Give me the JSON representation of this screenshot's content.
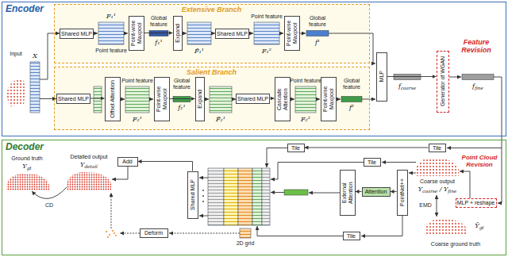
{
  "diagram": {
    "nodes": [
      {
        "text": [
          "Encoder"
        ]
      },
      {
        "text": [
          "Extensive Branch"
        ],
        "in": 0
      },
      {
        "text": [
          "Shared MLP"
        ],
        "in": 1
      },
      {
        "text": [
          "Point-wise Maxpool"
        ],
        "in": 1
      },
      {
        "text": [
          "Expand"
        ],
        "in": 1
      },
      {
        "text": [
          "Shared MLP"
        ],
        "in": 1
      },
      {
        "text": [
          "Point-wise Maxpool"
        ],
        "in": 1
      },
      {
        "text": [
          "Salient Branch"
        ],
        "in": 0
      },
      {
        "text": [
          "Shared MLP"
        ],
        "in": 7
      },
      {
        "text": [
          "Offset Attention"
        ],
        "in": 7
      },
      {
        "text": [
          "Point-wise Maxpool"
        ],
        "in": 7
      },
      {
        "text": [
          "Expand"
        ],
        "in": 7
      },
      {
        "text": [
          "Shared MLP"
        ],
        "in": 7
      },
      {
        "text": [
          "Cascade Attention"
        ],
        "in": 7
      },
      {
        "text": [
          "Point-wise Maxpool"
        ],
        "in": 7
      },
      {
        "text": [
          "MLP"
        ],
        "in": 0
      },
      {
        "text": [
          "Generator of WGAN"
        ],
        "in": 0
      },
      {
        "text": [
          "Decoder"
        ]
      },
      {
        "text": [
          "Add"
        ],
        "in": 17
      },
      {
        "text": [
          "Shared MLP"
        ],
        "in": 17
      },
      {
        "text": [
          "Deform"
        ],
        "in": 17
      },
      {
        "text": [
          "Tile"
        ],
        "in": 17
      },
      {
        "text": [
          "Tile"
        ],
        "in": 17
      },
      {
        "text": [
          "Tile"
        ],
        "in": 17
      },
      {
        "text": [
          "External Attention"
        ],
        "in": 17
      },
      {
        "text": [
          "Attention"
        ],
        "in": 17
      },
      {
        "text": [
          "PointNet++"
        ],
        "in": 17
      },
      {
        "text": [
          "MLP + reshape"
        ],
        "in": 17
      },
      {
        "text": [
          "Tile"
        ],
        "in": 17
      }
    ],
    "edges": [
      {
        "from": 3,
        "to": 4,
        "arrow": "to"
      },
      {
        "from": 8,
        "to": 9,
        "arrow": "to"
      },
      {
        "from": 10,
        "to": 11,
        "arrow": "to"
      },
      {
        "from": 12,
        "to": 13,
        "arrow": "to"
      },
      {
        "from": 15,
        "to": 16,
        "arrow": "to"
      },
      {
        "from": 22,
        "to": 21,
        "arrow": "to"
      },
      {
        "from": 26,
        "to": 25,
        "arrow": "to"
      },
      {
        "from": 25,
        "to": 24,
        "arrow": "to"
      },
      {
        "from": 19,
        "to": 18,
        "arrow": "to"
      }
    ],
    "labels": [
      "Input",
      "X",
      "F₁¹",
      "Point feature",
      "Global feature",
      "f₁¹",
      "F̂₁¹",
      "Point feature",
      "F₁²",
      "Global feature",
      "f¹",
      "Point feature",
      "F₂¹",
      "Global feature",
      "f₂¹",
      "F̂₂¹",
      "Point feature",
      "F₂²",
      "Global feature",
      "f²",
      "fcoarse",
      "ffine",
      "Feature Revision",
      "Ground truth",
      "Ygt",
      "CD",
      "Detailed output",
      "Ydetail",
      "2D grid",
      "Coarse output",
      "Ycoarse / Yfine",
      "Point Cloud Revision",
      "EMD",
      "Ŷgt",
      "Coarse ground truth"
    ]
  }
}
